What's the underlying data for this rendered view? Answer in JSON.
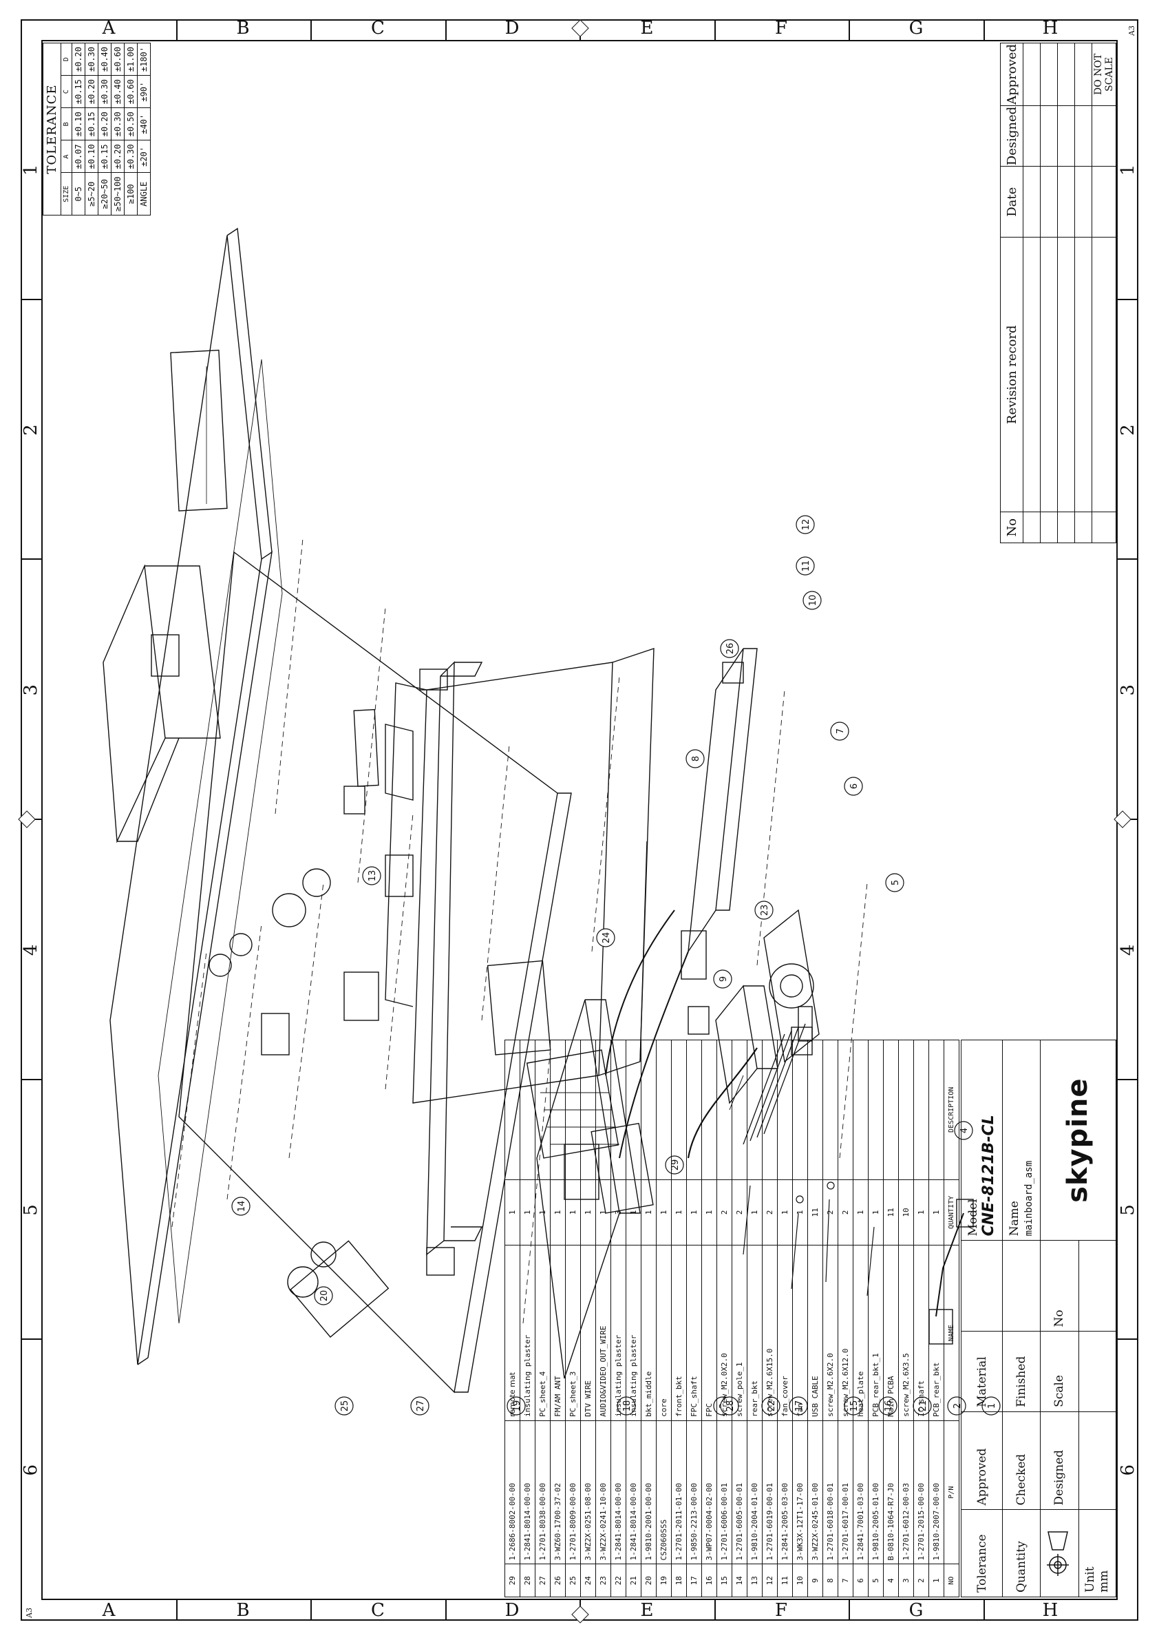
{
  "sheet": {
    "size_label": "A3",
    "zone_numbers": [
      "1",
      "2",
      "3",
      "4",
      "5",
      "6"
    ],
    "zone_letters": [
      "A",
      "B",
      "C",
      "D",
      "E",
      "F",
      "G",
      "H"
    ]
  },
  "tolerance": {
    "title": "TOLERANCE",
    "headers": [
      "SIZE",
      "A",
      "B",
      "C",
      "D"
    ],
    "rows": [
      [
        "0~5",
        "±0.07",
        "±0.10",
        "±0.15",
        "±0.20"
      ],
      [
        "≥5~20",
        "±0.10",
        "±0.15",
        "±0.20",
        "±0.30"
      ],
      [
        "≥20~50",
        "±0.15",
        "±0.20",
        "±0.30",
        "±0.40"
      ],
      [
        "≥50~100",
        "±0.20",
        "±0.30",
        "±0.40",
        "±0.60"
      ],
      [
        "≥100",
        "±0.30",
        "±0.50",
        "±0.60",
        "±1.00"
      ],
      [
        "ANGLE",
        "±20'",
        "±40'",
        "±90'",
        "±180'"
      ]
    ]
  },
  "revision": {
    "headers": [
      "No",
      "Revision record",
      "Date",
      "Designed",
      "Approved"
    ],
    "note": "DO NOT SCALE"
  },
  "bom": {
    "headers": [
      "NO",
      "P/N",
      "NAME",
      "QUANTITY",
      "DESCRIPTION"
    ],
    "rows": [
      [
        "29",
        "1-2686-8002-00-00",
        "remote mat",
        "1",
        ""
      ],
      [
        "28",
        "1-2841-8014-00-00",
        "insulating plaster",
        "1",
        ""
      ],
      [
        "27",
        "1-2701-8038-00-00",
        "PC_sheet_4",
        "1",
        ""
      ],
      [
        "26",
        "3-WZ60-1700-37-02",
        "FM/AM ANT",
        "1",
        ""
      ],
      [
        "25",
        "1-2701-8009-00-00",
        "PC_sheet_3",
        "1",
        ""
      ],
      [
        "24",
        "3-WZ2X-0251-08-00",
        "DTV WIRE",
        "1",
        ""
      ],
      [
        "23",
        "3-WZ2X-0241-10-00",
        "AUDIO&VIDEO_OUT_WIRE",
        "1",
        ""
      ],
      [
        "22",
        "1-2841-8014-00-00",
        "insulating plaster",
        "3",
        ""
      ],
      [
        "21",
        "1-2841-8014-00-00",
        "insulating plaster",
        "1",
        ""
      ],
      [
        "20",
        "1-9810-2001-00-00",
        "bkt_middle",
        "1",
        ""
      ],
      [
        "19",
        "CSZ060SSS",
        "core",
        "1",
        ""
      ],
      [
        "18",
        "1-2701-2011-01-00",
        "front_bkt",
        "1",
        ""
      ],
      [
        "17",
        "1-9850-2213-00-00",
        "FPC_shaft",
        "1",
        ""
      ],
      [
        "16",
        "3-WP07-0004-02-00",
        "FPC",
        "1",
        ""
      ],
      [
        "15",
        "1-2701-6006-00-01",
        "screw_M2.0X2.0",
        "2",
        ""
      ],
      [
        "14",
        "1-2701-6005-00-01",
        "screw_pole_1",
        "2",
        ""
      ],
      [
        "13",
        "1-9810-2004-01-00",
        "rear_bkt",
        "1",
        ""
      ],
      [
        "12",
        "1-2701-6019-00-01",
        "screw_M2.6X15.0",
        "2",
        ""
      ],
      [
        "11",
        "1-2841-2005-03-00",
        "fan_cover",
        "1",
        ""
      ],
      [
        "10",
        "3-WK3X-12T1-17-00",
        "fan",
        "1",
        ""
      ],
      [
        "9",
        "3-WZ2X-0245-01-00",
        "USB CABLE",
        "11",
        ""
      ],
      [
        "8",
        "1-2701-6018-00-01",
        "screw_M2.6X2.0",
        "2",
        ""
      ],
      [
        "7",
        "1-2701-6017-00-01",
        "screw_M2.6X12.0",
        "2",
        ""
      ],
      [
        "6",
        "1-2841-7001-03-00",
        "heat_plate",
        "1",
        ""
      ],
      [
        "5",
        "1-9810-2005-01-00",
        "PCB_rear_bkt_1",
        "1",
        ""
      ],
      [
        "4",
        "B-0810-1064-R7-J0",
        "Main PCBA",
        "11",
        ""
      ],
      [
        "3",
        "1-2701-6012-00-03",
        "screw_M2.6X3.5",
        "10",
        ""
      ],
      [
        "2",
        "1-2701-2015-00-00",
        "IC_shaft",
        "1",
        ""
      ],
      [
        "1",
        "1-9810-2007-00-00",
        "PCB_rear_bkt",
        "1",
        ""
      ]
    ]
  },
  "title_block": {
    "tolerance": "Tolerance",
    "approved": "Approved",
    "material": "Material",
    "model_label": "Model",
    "model": "CNE-8121B-CL",
    "quantity": "Quantity",
    "checked": "Checked",
    "finished": "Finished",
    "name_label": "Name",
    "name": "mainboard_asm",
    "unit_label": "Unit",
    "unit": "mm",
    "designed": "Designed",
    "scale": "Scale",
    "no": "No",
    "logo": "skypine"
  },
  "callouts": [
    "1",
    "2",
    "3",
    "4",
    "5",
    "6",
    "7",
    "8",
    "9",
    "10",
    "11",
    "12",
    "13",
    "14",
    "15",
    "16",
    "17",
    "18",
    "19",
    "20",
    "21",
    "22",
    "23",
    "24",
    "25",
    "26",
    "27",
    "28",
    "29"
  ]
}
